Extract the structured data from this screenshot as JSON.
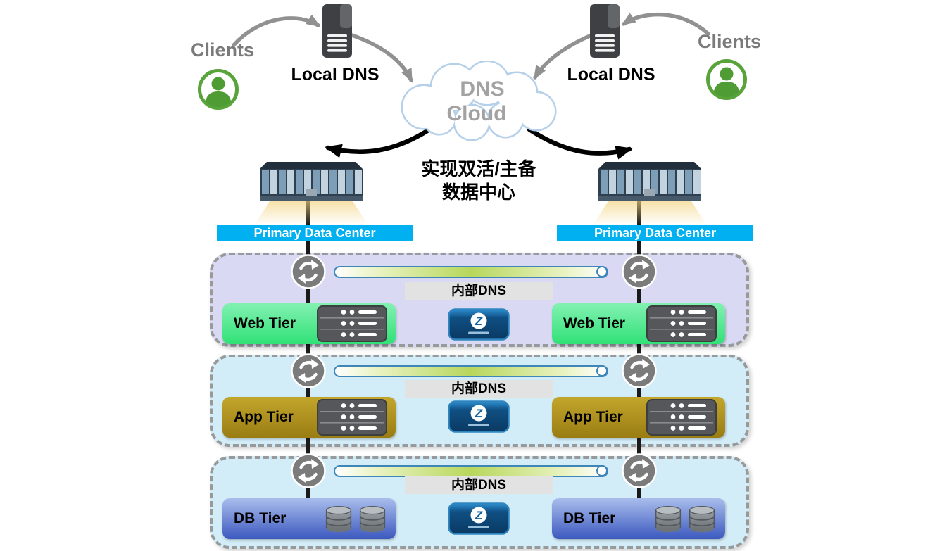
{
  "header": {
    "clients_left": "Clients",
    "clients_right": "Clients",
    "local_dns_left": "Local DNS",
    "local_dns_right": "Local DNS",
    "cloud_line1": "DNS",
    "cloud_line2": "Cloud",
    "caption_line1": "实现双活/主备",
    "caption_line2": "数据中心"
  },
  "banners": {
    "left": "Primary Data Center",
    "right": "Primary Data Center"
  },
  "tiers": [
    {
      "id": "web",
      "left_label": "Web Tier",
      "right_label": "Web Tier",
      "internal_dns": "内部DNS"
    },
    {
      "id": "app",
      "left_label": "App Tier",
      "right_label": "App Tier",
      "internal_dns": "内部DNS"
    },
    {
      "id": "db",
      "left_label": "DB Tier",
      "right_label": "DB Tier",
      "internal_dns": "内部DNS"
    }
  ],
  "icons": {
    "z_letter": "Z",
    "names": [
      "person-icon",
      "dns-server-tower-icon",
      "dns-cloud-icon",
      "datacenter-building-icon",
      "sync-icon",
      "server-stack-icon",
      "database-cylinder-icon",
      "z-dns-appliance-icon",
      "curved-arrow-icon"
    ]
  },
  "colors": {
    "banner_cyan": "#00b0f0",
    "web_tier_bg": "#d9d9f3",
    "app_db_tier_bg": "#d2ecf8",
    "web_box_green": "#4de98c",
    "app_box_gold": "#b2921f",
    "db_box_blue": "#3c59bf",
    "arrow_gray": "#919191",
    "arrow_black": "#000000",
    "client_green": "#58a33a"
  }
}
